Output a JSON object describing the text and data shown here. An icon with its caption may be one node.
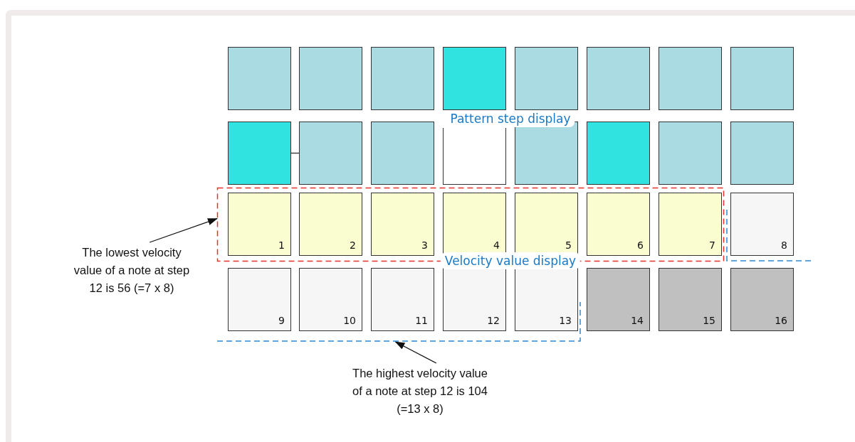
{
  "diagram": {
    "nodes": [
      {
        "text": [],
        "shape": "box"
      },
      {
        "text": [],
        "shape": "box"
      },
      {
        "text": [],
        "shape": "box"
      },
      {
        "text": [],
        "shape": "box"
      },
      {
        "text": [],
        "shape": "box"
      },
      {
        "text": [],
        "shape": "box"
      },
      {
        "text": [],
        "shape": "box"
      },
      {
        "text": [],
        "shape": "box"
      },
      {
        "text": [],
        "shape": "box"
      },
      {
        "text": [],
        "shape": "box"
      },
      {
        "text": [],
        "shape": "box"
      },
      {
        "text": [],
        "shape": "box"
      },
      {
        "text": [],
        "shape": "box"
      },
      {
        "text": [],
        "shape": "box"
      },
      {
        "text": [],
        "shape": "box"
      },
      {
        "text": [],
        "shape": "box"
      },
      {
        "text": [],
        "shape": "box"
      },
      {
        "text": [
          "1"
        ],
        "in": 16
      },
      {
        "text": [
          "2"
        ],
        "in": 16
      },
      {
        "text": [
          "3"
        ],
        "in": 16
      },
      {
        "text": [
          "4"
        ],
        "in": 16
      },
      {
        "text": [
          "5"
        ],
        "in": 16
      },
      {
        "text": [
          "6"
        ],
        "in": 16
      },
      {
        "text": [
          "7"
        ],
        "in": 16
      },
      {
        "text": [
          "8"
        ]
      },
      {
        "text": [
          "9"
        ]
      },
      {
        "text": [
          "10"
        ]
      },
      {
        "text": [
          "11"
        ]
      },
      {
        "text": [
          "12"
        ]
      },
      {
        "text": [
          "13"
        ]
      },
      {
        "text": [
          "14"
        ]
      },
      {
        "text": [
          "15"
        ]
      },
      {
        "text": [
          "16"
        ]
      },
      {
        "text": [],
        "shape": "box"
      },
      {
        "text": [
          "The lowest velocity value of a note at step 12 is 56 (=7 x 8)"
        ]
      },
      {
        "text": [
          "The highest velocity value of a note at step 12 is 104 (=13 x 8)"
        ]
      }
    ],
    "edges": [
      {
        "from": 8,
        "to": 9,
        "arrow": "none"
      },
      {
        "from": 34,
        "to": 16,
        "arrow": "to"
      },
      {
        "from": 35,
        "to": 33,
        "arrow": "to"
      }
    ],
    "labels": [
      "Pattern step display",
      "Velocity value display"
    ]
  }
}
